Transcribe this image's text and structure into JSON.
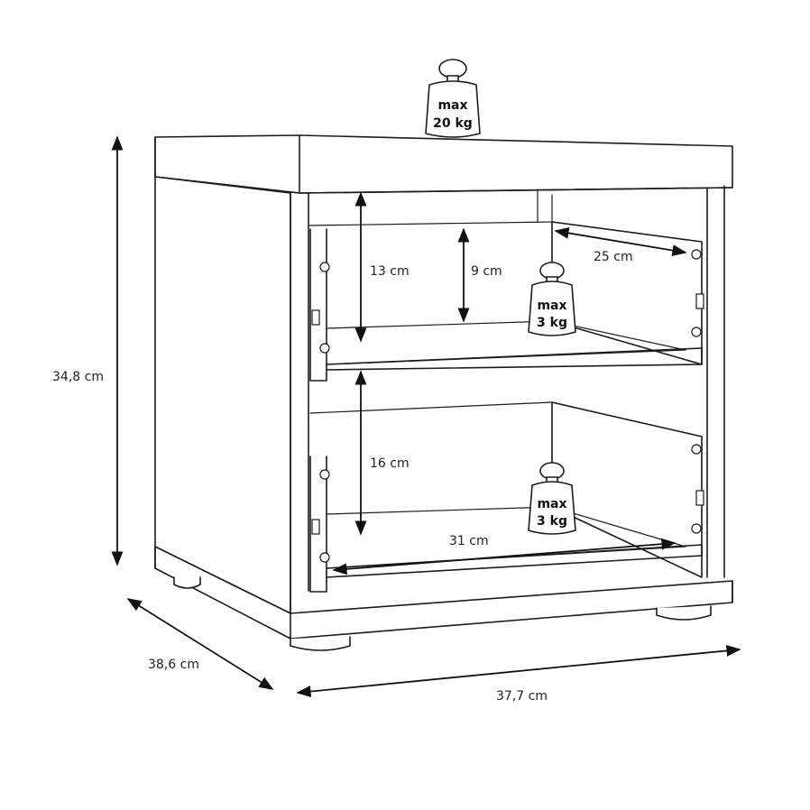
{
  "dimensions": {
    "height": "34,8 cm",
    "depth": "38,6 cm",
    "width": "37,7 cm",
    "upper_drawer_inner_height": "13 cm",
    "upper_drawer_side_height": "9 cm",
    "upper_drawer_depth": "25 cm",
    "lower_drawer_inner_height": "16 cm",
    "lower_drawer_depth": "31 cm"
  },
  "weights": {
    "top": {
      "line1": "max",
      "line2": "20 kg"
    },
    "upper_drawer": {
      "line1": "max",
      "line2": "3 kg"
    },
    "lower_drawer": {
      "line1": "max",
      "line2": "3 kg"
    }
  }
}
